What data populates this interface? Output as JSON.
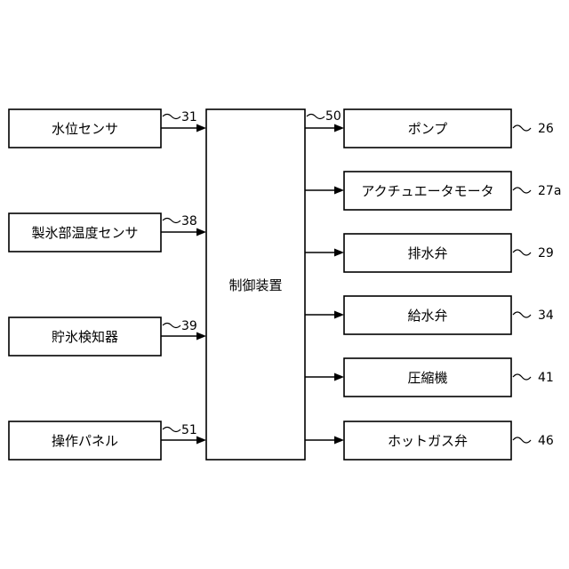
{
  "inputs": [
    {
      "label": "水位センサ",
      "ref": "31"
    },
    {
      "label": "製氷部温度センサ",
      "ref": "38"
    },
    {
      "label": "貯氷検知器",
      "ref": "39"
    },
    {
      "label": "操作パネル",
      "ref": "51"
    }
  ],
  "controller": {
    "label": "制御装置",
    "ref": "50"
  },
  "outputs": [
    {
      "label": "ポンプ",
      "ref": "26"
    },
    {
      "label": "アクチュエータモータ",
      "ref": "27a"
    },
    {
      "label": "排水弁",
      "ref": "29"
    },
    {
      "label": "給水弁",
      "ref": "34"
    },
    {
      "label": "圧縮機",
      "ref": "41"
    },
    {
      "label": "ホットガス弁",
      "ref": "46"
    }
  ]
}
